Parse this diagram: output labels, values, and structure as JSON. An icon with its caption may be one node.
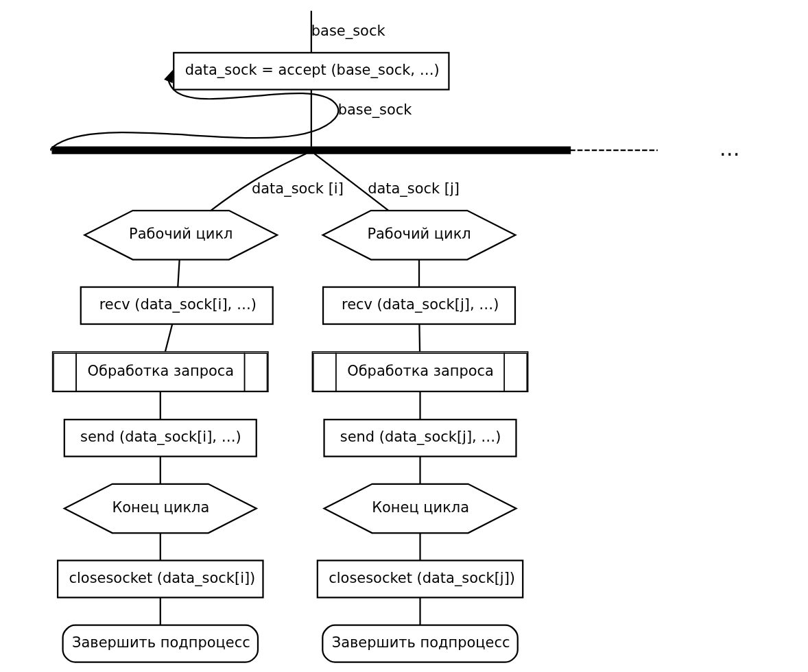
{
  "diagram": {
    "nodes": [
      {
        "text": [
          "data_sock = accept (base_sock, …)"
        ]
      },
      {
        "text": [],
        "shape": "bar"
      },
      {
        "text": [
          "Рабочий цикл"
        ]
      },
      {
        "text": [
          "recv (data_sock[i], …)"
        ]
      },
      {
        "text": [
          "Обработка запроса"
        ]
      },
      {
        "text": [
          "send (data_sock[i], …)"
        ]
      },
      {
        "text": [
          "Конец цикла"
        ]
      },
      {
        "text": [
          "closesocket (data_sock[i])"
        ]
      },
      {
        "text": [
          "Завершить подпроцесс"
        ]
      },
      {
        "text": [
          "Рабочий цикл"
        ]
      },
      {
        "text": [
          "recv (data_sock[j], …)"
        ]
      },
      {
        "text": [
          "Обработка запроса"
        ]
      },
      {
        "text": [
          "send (data_sock[j], …)"
        ]
      },
      {
        "text": [
          "Конец цикла"
        ]
      },
      {
        "text": [
          "closesocket (data_sock[j])"
        ]
      },
      {
        "text": [
          "Завершить подпроцесс"
        ]
      }
    ],
    "edges": [
      {
        "from": null,
        "to": 0,
        "arrow": "none",
        "label": "base_sock"
      },
      {
        "from": 1,
        "to": 0,
        "arrow": "to",
        "label": "base_sock"
      },
      {
        "from": 0,
        "to": 1,
        "arrow": "none"
      },
      {
        "from": 1,
        "to": null,
        "arrow": "none",
        "style": "dashed"
      },
      {
        "from": 1,
        "to": 2,
        "arrow": "none",
        "label": "data_sock [i]"
      },
      {
        "from": 2,
        "to": 3,
        "arrow": "none"
      },
      {
        "from": 3,
        "to": 4,
        "arrow": "none"
      },
      {
        "from": 4,
        "to": 5,
        "arrow": "none"
      },
      {
        "from": 5,
        "to": 6,
        "arrow": "none"
      },
      {
        "from": 6,
        "to": 7,
        "arrow": "none"
      },
      {
        "from": 7,
        "to": 8,
        "arrow": "none"
      },
      {
        "from": 1,
        "to": 9,
        "arrow": "none",
        "label": "data_sock [j]"
      },
      {
        "from": 9,
        "to": 10,
        "arrow": "none"
      },
      {
        "from": 10,
        "to": 11,
        "arrow": "none"
      },
      {
        "from": 11,
        "to": 12,
        "arrow": "none"
      },
      {
        "from": 12,
        "to": 13,
        "arrow": "none"
      },
      {
        "from": 13,
        "to": 14,
        "arrow": "none"
      },
      {
        "from": 14,
        "to": 15,
        "arrow": "none"
      }
    ],
    "labels": [
      "…"
    ]
  }
}
